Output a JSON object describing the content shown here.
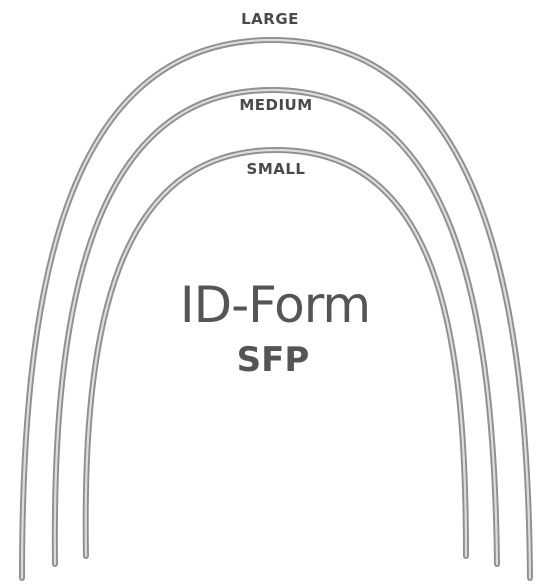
{
  "arches": {
    "large_label": "LARGE",
    "medium_label": "MEDIUM",
    "small_label": "SMALL"
  },
  "product": {
    "title": "ID-Form",
    "subtitle": "SFP"
  },
  "colors": {
    "wire_outer": "#8a8a8a",
    "wire_inner": "#d6d6d6",
    "text": "#555555",
    "background": "#ffffff"
  }
}
